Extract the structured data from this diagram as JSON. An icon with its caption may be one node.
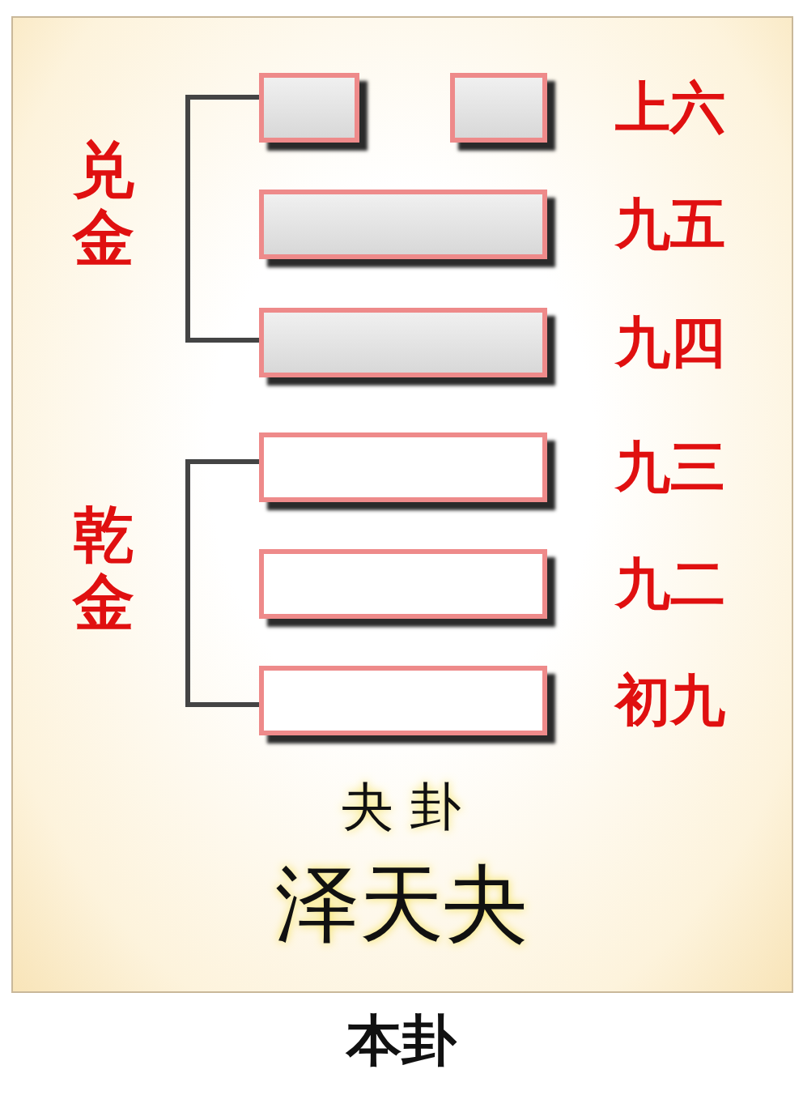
{
  "diagram": {
    "caption": "本卦",
    "nodes": [
      {
        "text": [],
        "shape": "bar"
      },
      {
        "text": [],
        "shape": "bar"
      },
      {
        "text": [],
        "shape": "bar"
      },
      {
        "text": [],
        "shape": "bar"
      },
      {
        "text": [],
        "shape": "bar"
      },
      {
        "text": [],
        "shape": "bar"
      },
      {
        "text": [],
        "shape": "bar"
      }
    ],
    "edges": [],
    "labels": [
      "上六",
      "兑金",
      "九五",
      "九四",
      "九三",
      "乾金",
      "九二",
      "初九",
      "夬 卦",
      "泽天夬"
    ]
  }
}
